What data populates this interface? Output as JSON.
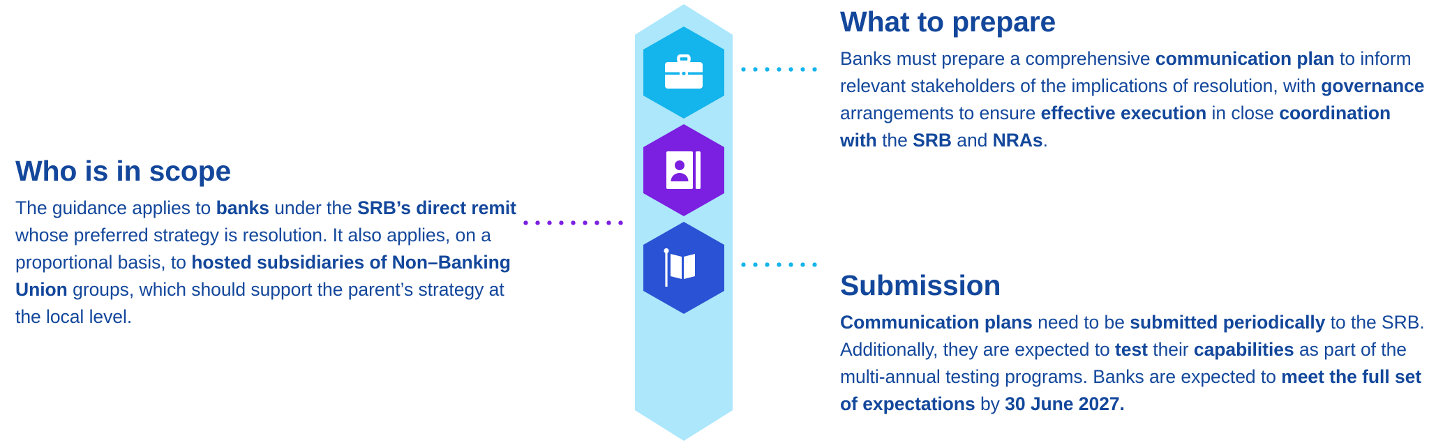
{
  "theme": {
    "band_color": "#ACE7FB",
    "text_color": "#13479B",
    "cyan": "#14B4EC",
    "purple": "#7B1FE0",
    "blue": "#2A52D4",
    "background": "#FFFFFF"
  },
  "nodes": [
    {
      "icon": "briefcase-icon",
      "color": "#14B4EC"
    },
    {
      "icon": "address-book-icon",
      "color": "#7B1FE0"
    },
    {
      "icon": "flag-icon",
      "color": "#2A52D4"
    }
  ],
  "sections": {
    "scope": {
      "title": "Who is in scope",
      "body_html": "The guidance applies to <b>banks</b> under the <b>SRB’s direct remit</b> whose preferred strategy is resolution. It also applies, on a proportional basis, to <b>hosted subsidiaries of Non–Banking Union</b> groups, which should support the parent’s strategy at the local level.",
      "body_text": "The guidance applies to banks under the SRB’s direct remit whose preferred strategy is resolution. It also applies, on a proportional basis, to hosted subsidiaries of Non–Banking Union groups, which should support the parent’s strategy at the local level.",
      "emphasis": [
        "banks",
        "SRB’s direct remit",
        "hosted subsidiaries of Non–Banking Union"
      ]
    },
    "prepare": {
      "title": "What to prepare",
      "body_html": "Banks must prepare a comprehensive <b>communication plan</b> to inform relevant stakeholders of the implications of resolution, with <b>governance</b> arrangements to ensure <b>effective execution</b> in close <b>coordination with</b> the <b>SRB</b> and <b>NRAs</b>.",
      "body_text": "Banks must prepare a comprehensive communication plan to inform relevant stakeholders of the implications of resolution, with governance arrangements to ensure effective execution in close coordination with the SRB and NRAs.",
      "emphasis": [
        "communication plan",
        "governance",
        "effective execution",
        "coordination with",
        "SRB",
        "NRAs"
      ]
    },
    "submission": {
      "title": "Submission",
      "body_html": "<b>Communication plans</b> need to be <b>submitted periodically</b> to the SRB. Additionally, they are expected to <b>test</b> their <b>capabilities</b> as part of the multi-annual testing programs. Banks are expected to <b>meet the full set of expectations</b> by <b>30 June 2027.</b>",
      "body_text": "Communication plans need to be submitted periodically to the SRB. Additionally, they are expected to test their capabilities as part of the multi-annual testing programs. Banks are expected to meet the full set of expectations by 30 June 2027.",
      "emphasis": [
        "Communication plans",
        "submitted periodically",
        "test",
        "capabilities",
        "meet the full set of expectations",
        "30 June 2027."
      ],
      "deadline": "30 June 2027"
    }
  },
  "connectors": [
    {
      "name": "connector-prepare",
      "color": "#14B4EC",
      "side": "right"
    },
    {
      "name": "connector-scope",
      "color": "#7B1FE0",
      "side": "left"
    },
    {
      "name": "connector-submission",
      "color": "#14B4EC",
      "side": "right"
    }
  ]
}
